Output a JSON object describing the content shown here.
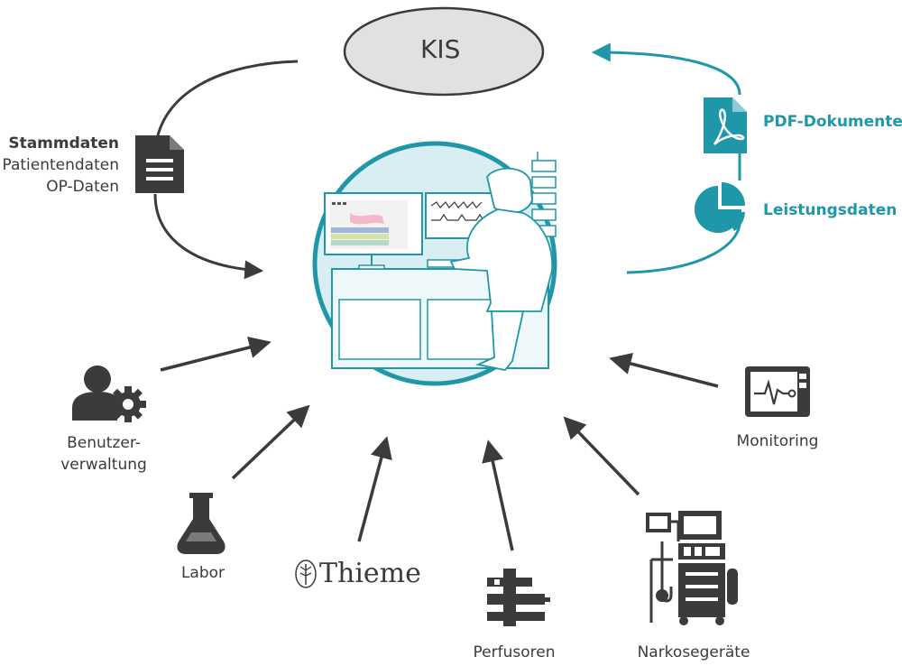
{
  "center": {
    "label": "KIS"
  },
  "left_info": {
    "title": "Stammdaten",
    "line2": "Patientendaten",
    "line3": "OP-Daten"
  },
  "outputs": {
    "pdf": "PDF-Dokumente",
    "services": "Leistungsdaten"
  },
  "sources": {
    "user_admin_line1": "Benutzer-",
    "user_admin_line2": "verwaltung",
    "lab": "Labor",
    "thieme": "Thieme",
    "perfusors": "Perfusoren",
    "anesthesia": "Narkosegeräte",
    "monitoring": "Monitoring"
  },
  "colors": {
    "teal": "#1f97a8",
    "dark": "#3a3b3d",
    "circle_fill": "#d9eef3",
    "kis_fill": "#e0e1e2"
  },
  "icons": [
    "document-icon",
    "pdf-icon",
    "pie-chart-icon",
    "user-gear-icon",
    "flask-icon",
    "thieme-tree-icon",
    "perfusor-icon",
    "anesthesia-machine-icon",
    "monitor-icon",
    "anesthesiologist-illustration"
  ]
}
